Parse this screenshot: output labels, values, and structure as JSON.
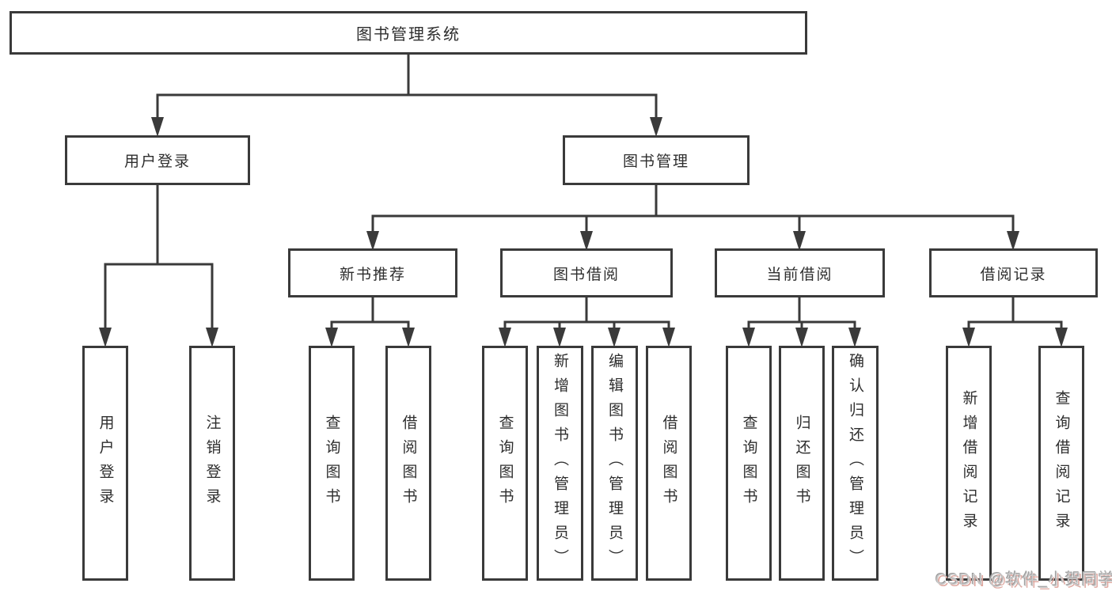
{
  "tree": {
    "label": "图书管理系统",
    "children": [
      {
        "label": "用户登录",
        "children": [
          {
            "label": "用户登录"
          },
          {
            "label": "注销登录"
          }
        ]
      },
      {
        "label": "图书管理",
        "children": [
          {
            "label": "新书推荐",
            "children": [
              {
                "label": "查询图书"
              },
              {
                "label": "借阅图书"
              }
            ]
          },
          {
            "label": "图书借阅",
            "children": [
              {
                "label": "查询图书"
              },
              {
                "label": "新增图书（管理员）"
              },
              {
                "label": "编辑图书（管理员）"
              },
              {
                "label": "借阅图书"
              }
            ]
          },
          {
            "label": "当前借阅",
            "children": [
              {
                "label": "查询图书"
              },
              {
                "label": "归还图书"
              },
              {
                "label": "确认归还（管理员）"
              }
            ]
          },
          {
            "label": "借阅记录",
            "children": [
              {
                "label": "新增借阅记录"
              },
              {
                "label": "查询借阅记录"
              }
            ]
          }
        ]
      }
    ]
  },
  "watermark": "CSDN @软件_小贺同学",
  "colors": {
    "line": "#3a3a3a",
    "text": "#2e2e2e",
    "background": "#ffffff",
    "watermark_gray": "#c9c9c9",
    "watermark_red_shadow": "#dfa9a1"
  }
}
